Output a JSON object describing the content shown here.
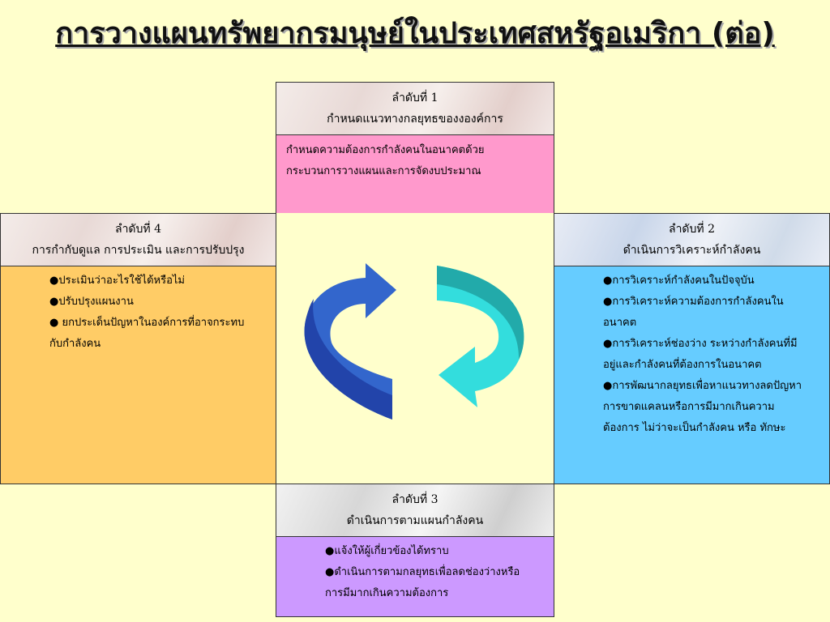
{
  "title": "การวางแผนทรัพยากรมนุษย์ในประเทศสหรัฐอเมริกา (ต่อ)",
  "step1": {
    "label": "ลำดับที่ 1",
    "heading": "กำหนดแนวทางกลยุทธของงองค์การ",
    "body_lines": [
      "กำหนดความต้องการกำลังคนในอนาคตด้วย",
      "กระบวนการวางแผนและการจัดงบประมาณ"
    ]
  },
  "step2": {
    "label": "ลำดับที่ 2",
    "heading": "ดำเนินการวิเคราะห์กำลังคน",
    "items": [
      "●การวิเคราะห์กำลังคนในปัจจุบัน",
      "●การวิเคราะห์ความต้องการกำลังคนใน",
      "อนาคต",
      "●การวิเคราะห์ช่องว่าง ระหว่างกำลังคนที่มี",
      "อยู่และกำลังคนที่ต้องการในอนาคต",
      "●การพัฒนากลยุทธเพื่อหาแนวทางลดปัญหา",
      "การขาดแคลนหรือการมีมากเกินความ",
      "ต้องการ ไม่ว่าจะเป็นกำลังคน หรือ ทักษะ"
    ]
  },
  "step3": {
    "label": "ลำดับที่ 3",
    "heading": "ดำเนินการตามแผนกำลังคน",
    "items": [
      "●แจ้งให้ผู้เกี่ยวข้องได้ทราบ",
      "●ดำเนินการตามกลยุทธเพื่อลดช่องว่างหรือ",
      "การมีมากเกินความต้องการ"
    ]
  },
  "step4": {
    "label": "ลำดับที่ 4",
    "heading": "การกำกับดูแล การประเมิน และการปรับปรุง",
    "items": [
      "●ประเมินว่าอะไรใช้ได้หรือไม่",
      "●ปรับปรุงแผนงาน",
      "● ยกประเด็นปัญหาในองค์การที่อาจกระทบ",
      "กับกำลังคน"
    ]
  },
  "colors": {
    "background": "#ffffcc",
    "step1_body": "#ff99cc",
    "step2_body": "#66ccff",
    "step3_body": "#cc99ff",
    "step4_body": "#ffcc66",
    "arrow_dark": "#3366cc",
    "arrow_light": "#33cccc"
  }
}
